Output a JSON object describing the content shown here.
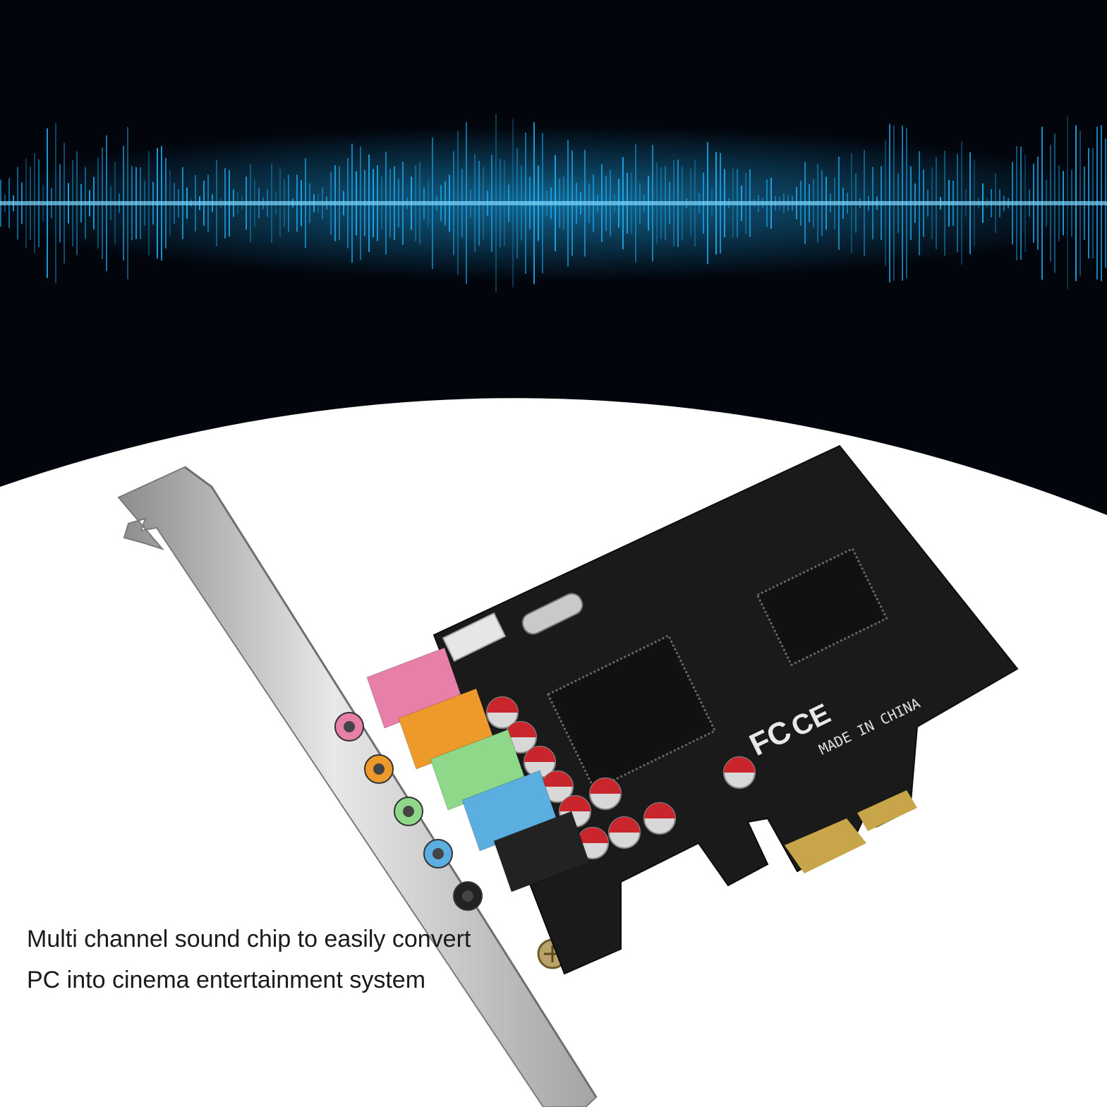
{
  "caption": {
    "text": "Multi channel sound chip to easily convert PC into cinema entertainment system"
  },
  "card": {
    "pcb_labels": [
      "MADE IN CHINA",
      "FC",
      "CE"
    ],
    "jack_colors": [
      "#e87fa8",
      "#ee9a2a",
      "#8fd88a",
      "#5aaee0",
      "#222222"
    ],
    "pcb_color": "#1a1a1a",
    "contact_color": "#c9a54a"
  },
  "background": {
    "top_color": "#02050c",
    "wave_color": "#1fb6ff",
    "lower_color": "#ffffff"
  }
}
